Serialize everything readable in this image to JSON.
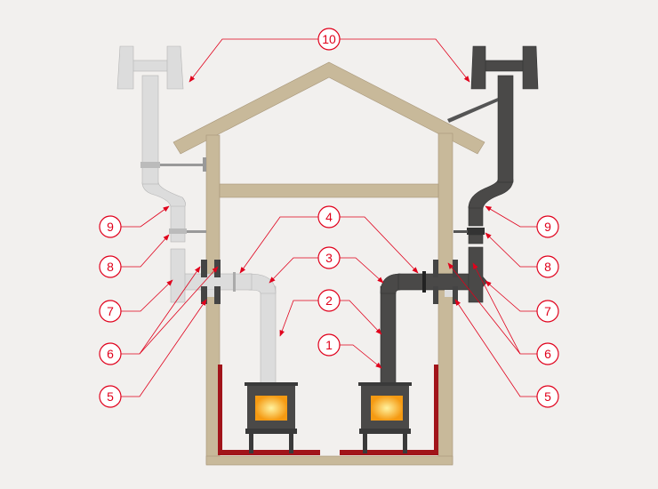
{
  "labels": {
    "l1": "1",
    "l2": "2",
    "l3": "3",
    "l4": "4",
    "l5": "5",
    "l6": "6",
    "l7": "7",
    "l8": "8",
    "l9": "9",
    "l10": "10"
  },
  "colors": {
    "callout": "#e0001b",
    "wood": "#c8b99a",
    "steel": "#dcdcdc",
    "black_steel": "#4a4948",
    "brick": "#a1141a",
    "fire": "#f7b52b"
  }
}
